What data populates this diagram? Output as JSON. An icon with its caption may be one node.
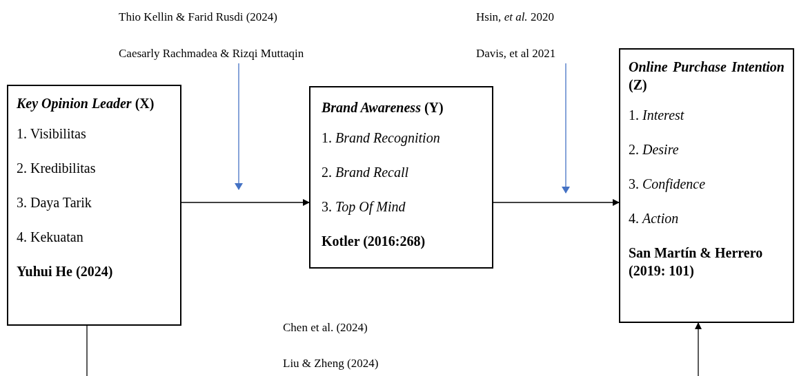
{
  "diagram": {
    "nodes": [
      {
        "text": [
          "*Key Opinion Leader* (X)",
          "1. Visibilitas",
          "2. Kredibilitas",
          "3. Daya Tarik",
          "4. Kekuatan",
          "Yuhui He (2024)"
        ]
      },
      {
        "text": [
          "*Brand Awareness* (Y)",
          "1. *Brand Recognition*",
          "2. *Brand Recall*",
          "3. *Top Of Mind*",
          "Kotler (2016:268)"
        ]
      },
      {
        "text": [
          "*Online Purchase Intention* (Z)",
          "1. *Interest*",
          "2. *Desire*",
          "3. *Confidence*",
          "4. *Action*",
          "San Martín & Herrero (2019: 101)"
        ]
      },
      {
        "text": [
          "Thio Kellin & Farid Rusdi (2024)",
          "Caesarly Rachmadea & Rizqi Muttaqin"
        ]
      },
      {
        "text": [
          "Hsin, *et al.* 2020",
          "Davis, et al 2021"
        ]
      }
    ],
    "edges": [
      {
        "from": 0,
        "to": 1,
        "arrow": "to"
      },
      {
        "from": 1,
        "to": 2,
        "arrow": "to"
      },
      {
        "from": 3,
        "to": null,
        "arrow": "to",
        "color": "#4472c4"
      },
      {
        "from": 4,
        "to": null,
        "arrow": "to",
        "color": "#4472c4"
      },
      {
        "from": 0,
        "to": null,
        "arrow": "none"
      },
      {
        "from": null,
        "to": 2,
        "arrow": "to"
      }
    ],
    "labels": [
      "Chen et al. (2024)",
      "Liu & Zheng (2024)"
    ]
  }
}
